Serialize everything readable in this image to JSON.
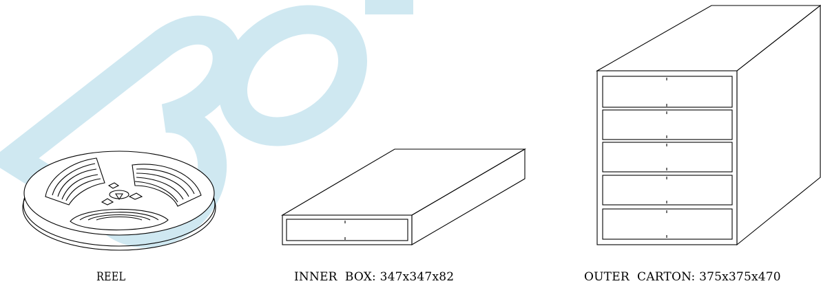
{
  "labels": {
    "reel": "REEL",
    "inner_box": "INNER  BOX: 347x347x82",
    "outer_carton": "OUTER  CARTON: 375x375x470"
  },
  "colors": {
    "line": "#000000",
    "watermark": "#cfe8f1",
    "background": "#ffffff"
  },
  "watermark": {
    "description_icon": "brand-watermark-letters"
  }
}
